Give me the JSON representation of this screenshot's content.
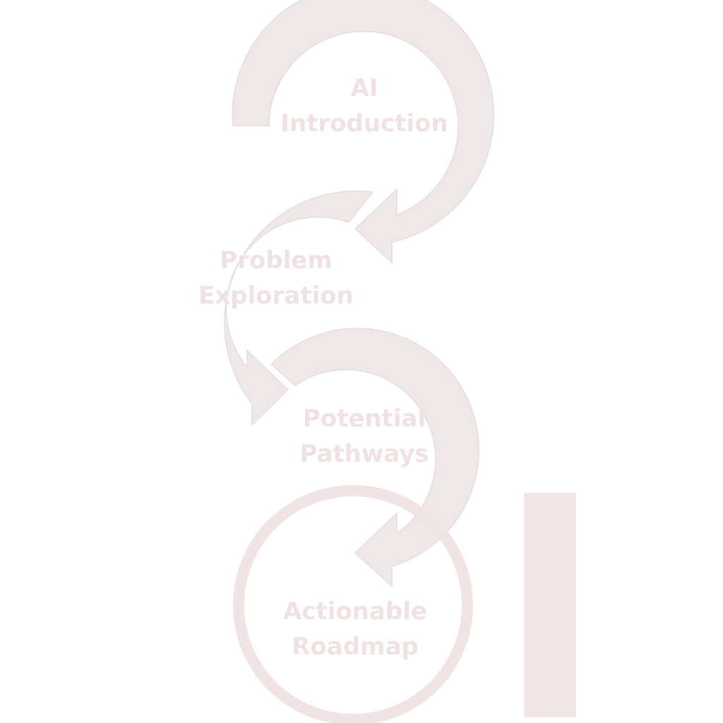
{
  "colors": {
    "arrow_fill": "#efe8e8",
    "arrow_outline": "#e6dcdc",
    "circle_stroke": "#f0e4e4",
    "label_text": "#f0e2e2",
    "side_bar": "#f2e5e5",
    "background": "#ffffff"
  },
  "steps": [
    {
      "line1": "AI",
      "line2": "Introduction"
    },
    {
      "line1": "Problem",
      "line2": "Exploration"
    },
    {
      "line1": "Potential",
      "line2": "Pathways"
    },
    {
      "line1": "Actionable",
      "line2": "Roadmap"
    }
  ]
}
